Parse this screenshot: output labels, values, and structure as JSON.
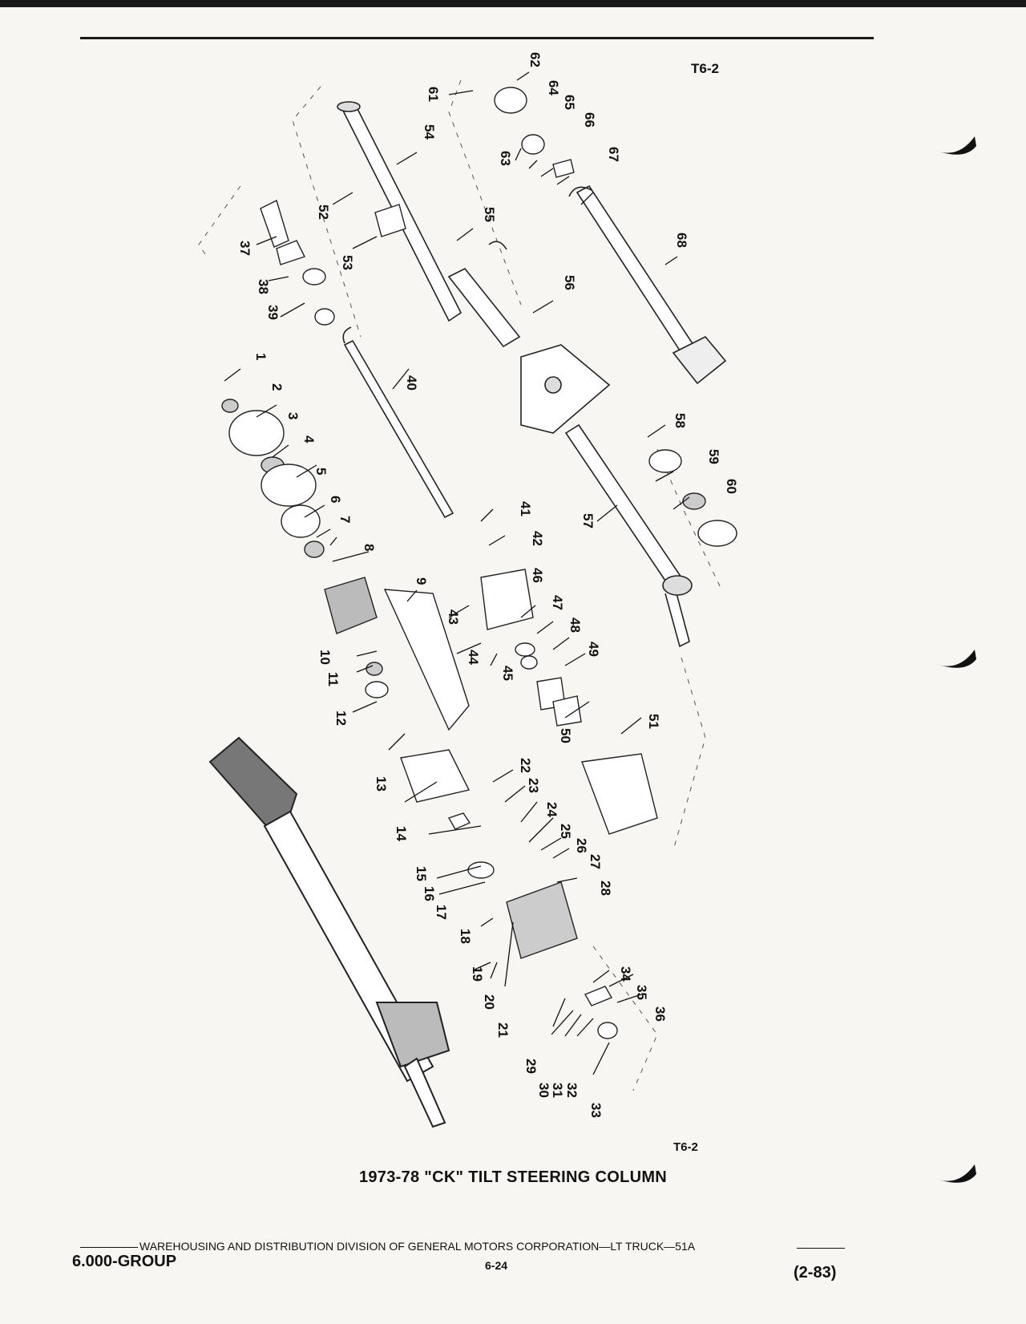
{
  "header": {
    "code_top": "T6-2"
  },
  "figure": {
    "title": "1973-78 \"CK\" TILT STEERING COLUMN",
    "code_bottom": "T6-2",
    "part_numbers": [
      "1",
      "2",
      "3",
      "4",
      "5",
      "6",
      "7",
      "8",
      "9",
      "10",
      "11",
      "12",
      "13",
      "14",
      "15",
      "16",
      "17",
      "18",
      "19",
      "20",
      "21",
      "22",
      "23",
      "24",
      "25",
      "26",
      "27",
      "28",
      "29",
      "30",
      "31",
      "32",
      "33",
      "34",
      "35",
      "36",
      "37",
      "38",
      "39",
      "40",
      "41",
      "42",
      "43",
      "44",
      "45",
      "46",
      "47",
      "48",
      "49",
      "50",
      "51",
      "52",
      "53",
      "54",
      "55",
      "56",
      "57",
      "58",
      "59",
      "60",
      "61",
      "62",
      "63",
      "64",
      "65",
      "66",
      "67",
      "68"
    ]
  },
  "footer": {
    "line": "WAREHOUSING AND DISTRIBUTION  DIVISION OF GENERAL MOTORS CORPORATION—LT TRUCK—51A",
    "group": "6.000-GROUP",
    "page": "6-24",
    "date": "(2-83)"
  }
}
